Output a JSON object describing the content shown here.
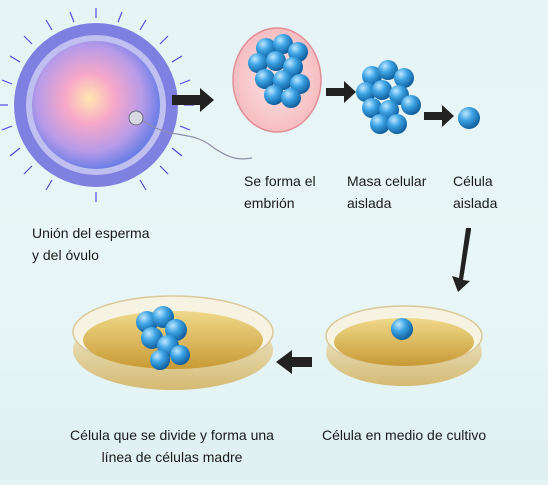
{
  "labels": {
    "union": [
      "Unión del esperma",
      "y del óvulo"
    ],
    "embryo": [
      "Se forma el",
      "embrión"
    ],
    "mass": [
      "Masa celular",
      "aislada"
    ],
    "cell": [
      "Célula",
      "aislada"
    ],
    "culture": [
      "Célula en medio de cultivo"
    ],
    "divide": [
      "Célula que se divide y forma una",
      "línea de células madre"
    ]
  },
  "colors": {
    "background": "#e6f4f5",
    "cell_blue": "#2e8fd0",
    "dish_agar": "#e2c15a",
    "arrow": "#222222",
    "egg_glow": "#3a2fd6"
  }
}
